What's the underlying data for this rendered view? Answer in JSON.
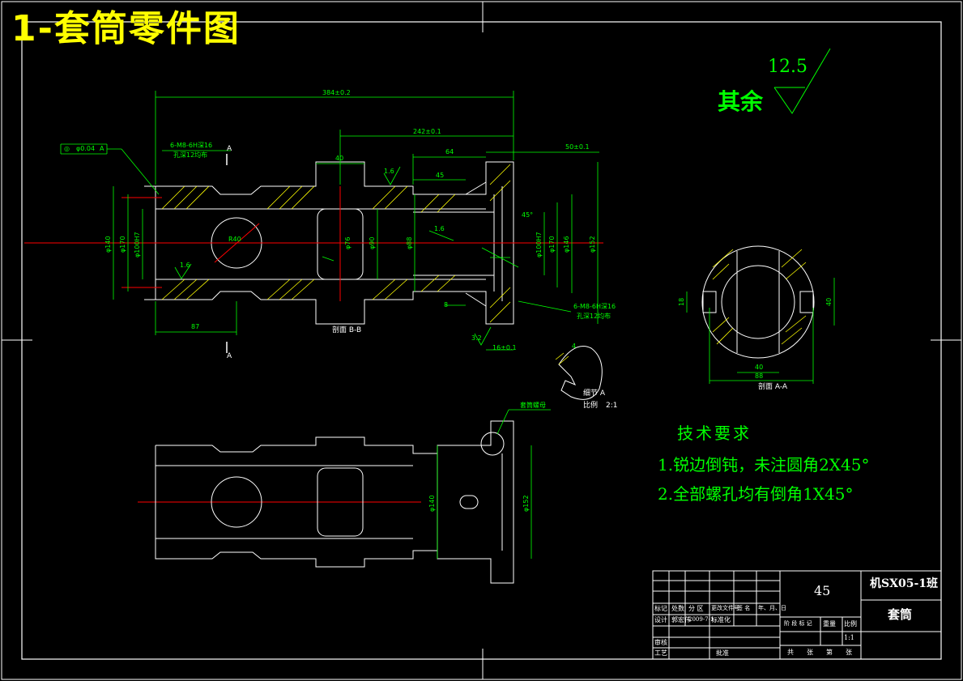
{
  "sheet_title": "1-套筒零件图",
  "roughness": {
    "value": "12.5",
    "other_label": "其余"
  },
  "main_view": {
    "dims": {
      "overall": "384±0.2",
      "d242": "242±0.1",
      "d50": "50±0.1",
      "d40": "40",
      "d64": "64",
      "d45": "45",
      "d87": "87",
      "d8": "8",
      "d16": "16±0.1",
      "d3": "3.2",
      "angle": "45°",
      "r40": "R40",
      "ra16a": "1.6",
      "ra16b": "1.6",
      "ra16c": "1.6"
    },
    "tolerance_frame": {
      "symbol": "◎",
      "value": "φ0.04",
      "datum": "A"
    },
    "hole_note_top": [
      "6-M8-6H深16",
      "孔深12均布"
    ],
    "hole_note_bottom": [
      "6-M8-6H深16",
      "孔深12均布"
    ],
    "diameters_left": [
      "φ140",
      "φ170",
      "φ100H7"
    ],
    "diameters_right": [
      "φ100H7",
      "φ170",
      "φ146",
      "φ152"
    ],
    "section_mark_a": "A",
    "section_label": "剖面 B-B",
    "mid_labels": [
      "φ76",
      "φ90",
      "φ88"
    ]
  },
  "detail_a": {
    "title": "细节 A",
    "scale_label": "比例",
    "scale": "2:1",
    "dim": "4"
  },
  "section_aa": {
    "label": "剖面 A-A",
    "d40": "40",
    "d88": "88",
    "d18": "18",
    "d40v": "40"
  },
  "bottom_view": {
    "leader_note": "套筒螺母",
    "dia_left": "φ140",
    "dia_right": "φ152"
  },
  "tech_req": {
    "title": "技术要求",
    "items": [
      "1.锐边倒钝，未注圆角2X45°",
      "2.全部螺孔均有倒角1X45°"
    ]
  },
  "title_block": {
    "material": "45",
    "class_code": "机SX05-1班",
    "part_name": "套筒",
    "row_headers": [
      "标记",
      "处数",
      "分 区",
      "更改文件号",
      "签 名",
      "年、月、日"
    ],
    "row_design": [
      "设计",
      "郭宏伟",
      "2009-7-1",
      "标准化"
    ],
    "stage_headers": [
      "阶 段 标 记",
      "重量",
      "比例"
    ],
    "scale_value": "1:1",
    "review": "审核",
    "process": "工艺",
    "approve": "批准",
    "sheets": [
      "共",
      "张",
      "第",
      "张"
    ]
  },
  "colors": {
    "frame": "#ffffff",
    "dims": "#00ff00",
    "center": "#ff0000",
    "hatch": "#ffff00",
    "title": "#ffff00"
  }
}
